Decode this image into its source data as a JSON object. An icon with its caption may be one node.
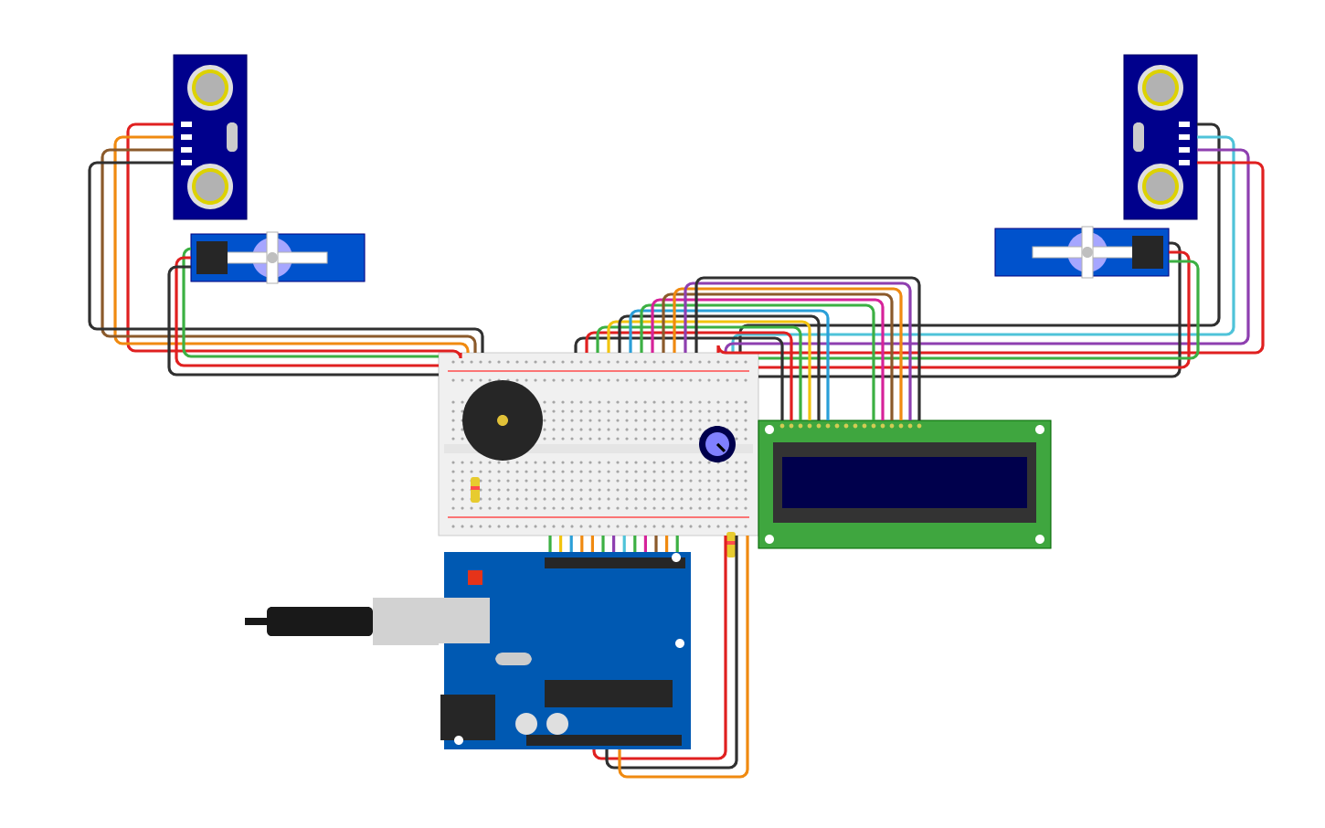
{
  "diagram": {
    "nodes": [
      {
        "text": [],
        "shape": "picture"
      },
      {
        "text": [],
        "shape": "picture"
      },
      {
        "text": [],
        "shape": "picture"
      },
      {
        "text": [],
        "shape": "picture"
      },
      {
        "text": [],
        "shape": "picture"
      },
      {
        "text": [],
        "shape": "circle",
        "in": 4
      },
      {
        "text": [],
        "shape": "circle",
        "in": 4
      },
      {
        "text": [],
        "shape": "picture"
      },
      {
        "text": [],
        "shape": "picture"
      },
      {
        "text": [],
        "shape": "picture"
      }
    ],
    "edges": [
      {
        "from": 0,
        "to": 4,
        "arrow": "none",
        "color": "#e02020"
      },
      {
        "from": 0,
        "to": 4,
        "arrow": "none",
        "color": "#f08a10"
      },
      {
        "from": 0,
        "to": 4,
        "arrow": "none",
        "color": "#8b5a2b"
      },
      {
        "from": 0,
        "to": 4,
        "arrow": "none",
        "color": "#303030"
      },
      {
        "from": 1,
        "to": 4,
        "arrow": "none",
        "color": "#3cb043"
      },
      {
        "from": 1,
        "to": 4,
        "arrow": "none",
        "color": "#e02020"
      },
      {
        "from": 1,
        "to": 4,
        "arrow": "none",
        "color": "#303030"
      },
      {
        "from": 2,
        "to": 4,
        "arrow": "none",
        "color": "#303030"
      },
      {
        "from": 2,
        "to": 4,
        "arrow": "none",
        "color": "#4fc3d9"
      },
      {
        "from": 2,
        "to": 4,
        "arrow": "none",
        "color": "#8e3fb0"
      },
      {
        "from": 2,
        "to": 4,
        "arrow": "none",
        "color": "#e02020"
      },
      {
        "from": 3,
        "to": 4,
        "arrow": "none",
        "color": "#303030"
      },
      {
        "from": 3,
        "to": 4,
        "arrow": "none",
        "color": "#e02020"
      },
      {
        "from": 3,
        "to": 4,
        "arrow": "none",
        "color": "#3cb043"
      },
      {
        "from": 7,
        "to": 4,
        "arrow": "none",
        "color": "#303030"
      },
      {
        "from": 7,
        "to": 4,
        "arrow": "none",
        "color": "#e02020"
      },
      {
        "from": 7,
        "to": 4,
        "arrow": "none",
        "color": "#3cb043"
      },
      {
        "from": 7,
        "to": 4,
        "arrow": "none",
        "color": "#f2c40f"
      },
      {
        "from": 7,
        "to": 4,
        "arrow": "none",
        "color": "#303030"
      },
      {
        "from": 7,
        "to": 4,
        "arrow": "none",
        "color": "#2a9fd8"
      },
      {
        "from": 7,
        "to": 4,
        "arrow": "none",
        "color": "#3cb043"
      },
      {
        "from": 7,
        "to": 4,
        "arrow": "none",
        "color": "#d6239a"
      },
      {
        "from": 7,
        "to": 4,
        "arrow": "none",
        "color": "#8b5a2b"
      },
      {
        "from": 7,
        "to": 4,
        "arrow": "none",
        "color": "#f08a10"
      },
      {
        "from": 7,
        "to": 4,
        "arrow": "none",
        "color": "#8e3fb0"
      },
      {
        "from": 7,
        "to": 4,
        "arrow": "none",
        "color": "#303030"
      },
      {
        "from": 8,
        "to": 4,
        "arrow": "none",
        "color": "#3cb043"
      },
      {
        "from": 8,
        "to": 4,
        "arrow": "none",
        "color": "#f2c40f"
      },
      {
        "from": 8,
        "to": 4,
        "arrow": "none",
        "color": "#2a9fd8"
      },
      {
        "from": 8,
        "to": 4,
        "arrow": "none",
        "color": "#f08a10"
      },
      {
        "from": 8,
        "to": 4,
        "arrow": "none",
        "color": "#f08a10"
      },
      {
        "from": 8,
        "to": 4,
        "arrow": "none",
        "color": "#3cb043"
      },
      {
        "from": 8,
        "to": 4,
        "arrow": "none",
        "color": "#8e3fb0"
      },
      {
        "from": 8,
        "to": 4,
        "arrow": "none",
        "color": "#4fc3d9"
      },
      {
        "from": 8,
        "to": 4,
        "arrow": "none",
        "color": "#3cb043"
      },
      {
        "from": 8,
        "to": 4,
        "arrow": "none",
        "color": "#d6239a"
      },
      {
        "from": 8,
        "to": 4,
        "arrow": "none",
        "color": "#8b5a2b"
      },
      {
        "from": 8,
        "to": 4,
        "arrow": "none",
        "color": "#f08a10"
      },
      {
        "from": 8,
        "to": 4,
        "arrow": "none",
        "color": "#3cb043"
      },
      {
        "from": 8,
        "to": 4,
        "arrow": "none",
        "color": "#e02020"
      },
      {
        "from": 8,
        "to": 4,
        "arrow": "none",
        "color": "#303030"
      },
      {
        "from": 8,
        "to": 4,
        "arrow": "none",
        "color": "#f08a10"
      }
    ]
  }
}
